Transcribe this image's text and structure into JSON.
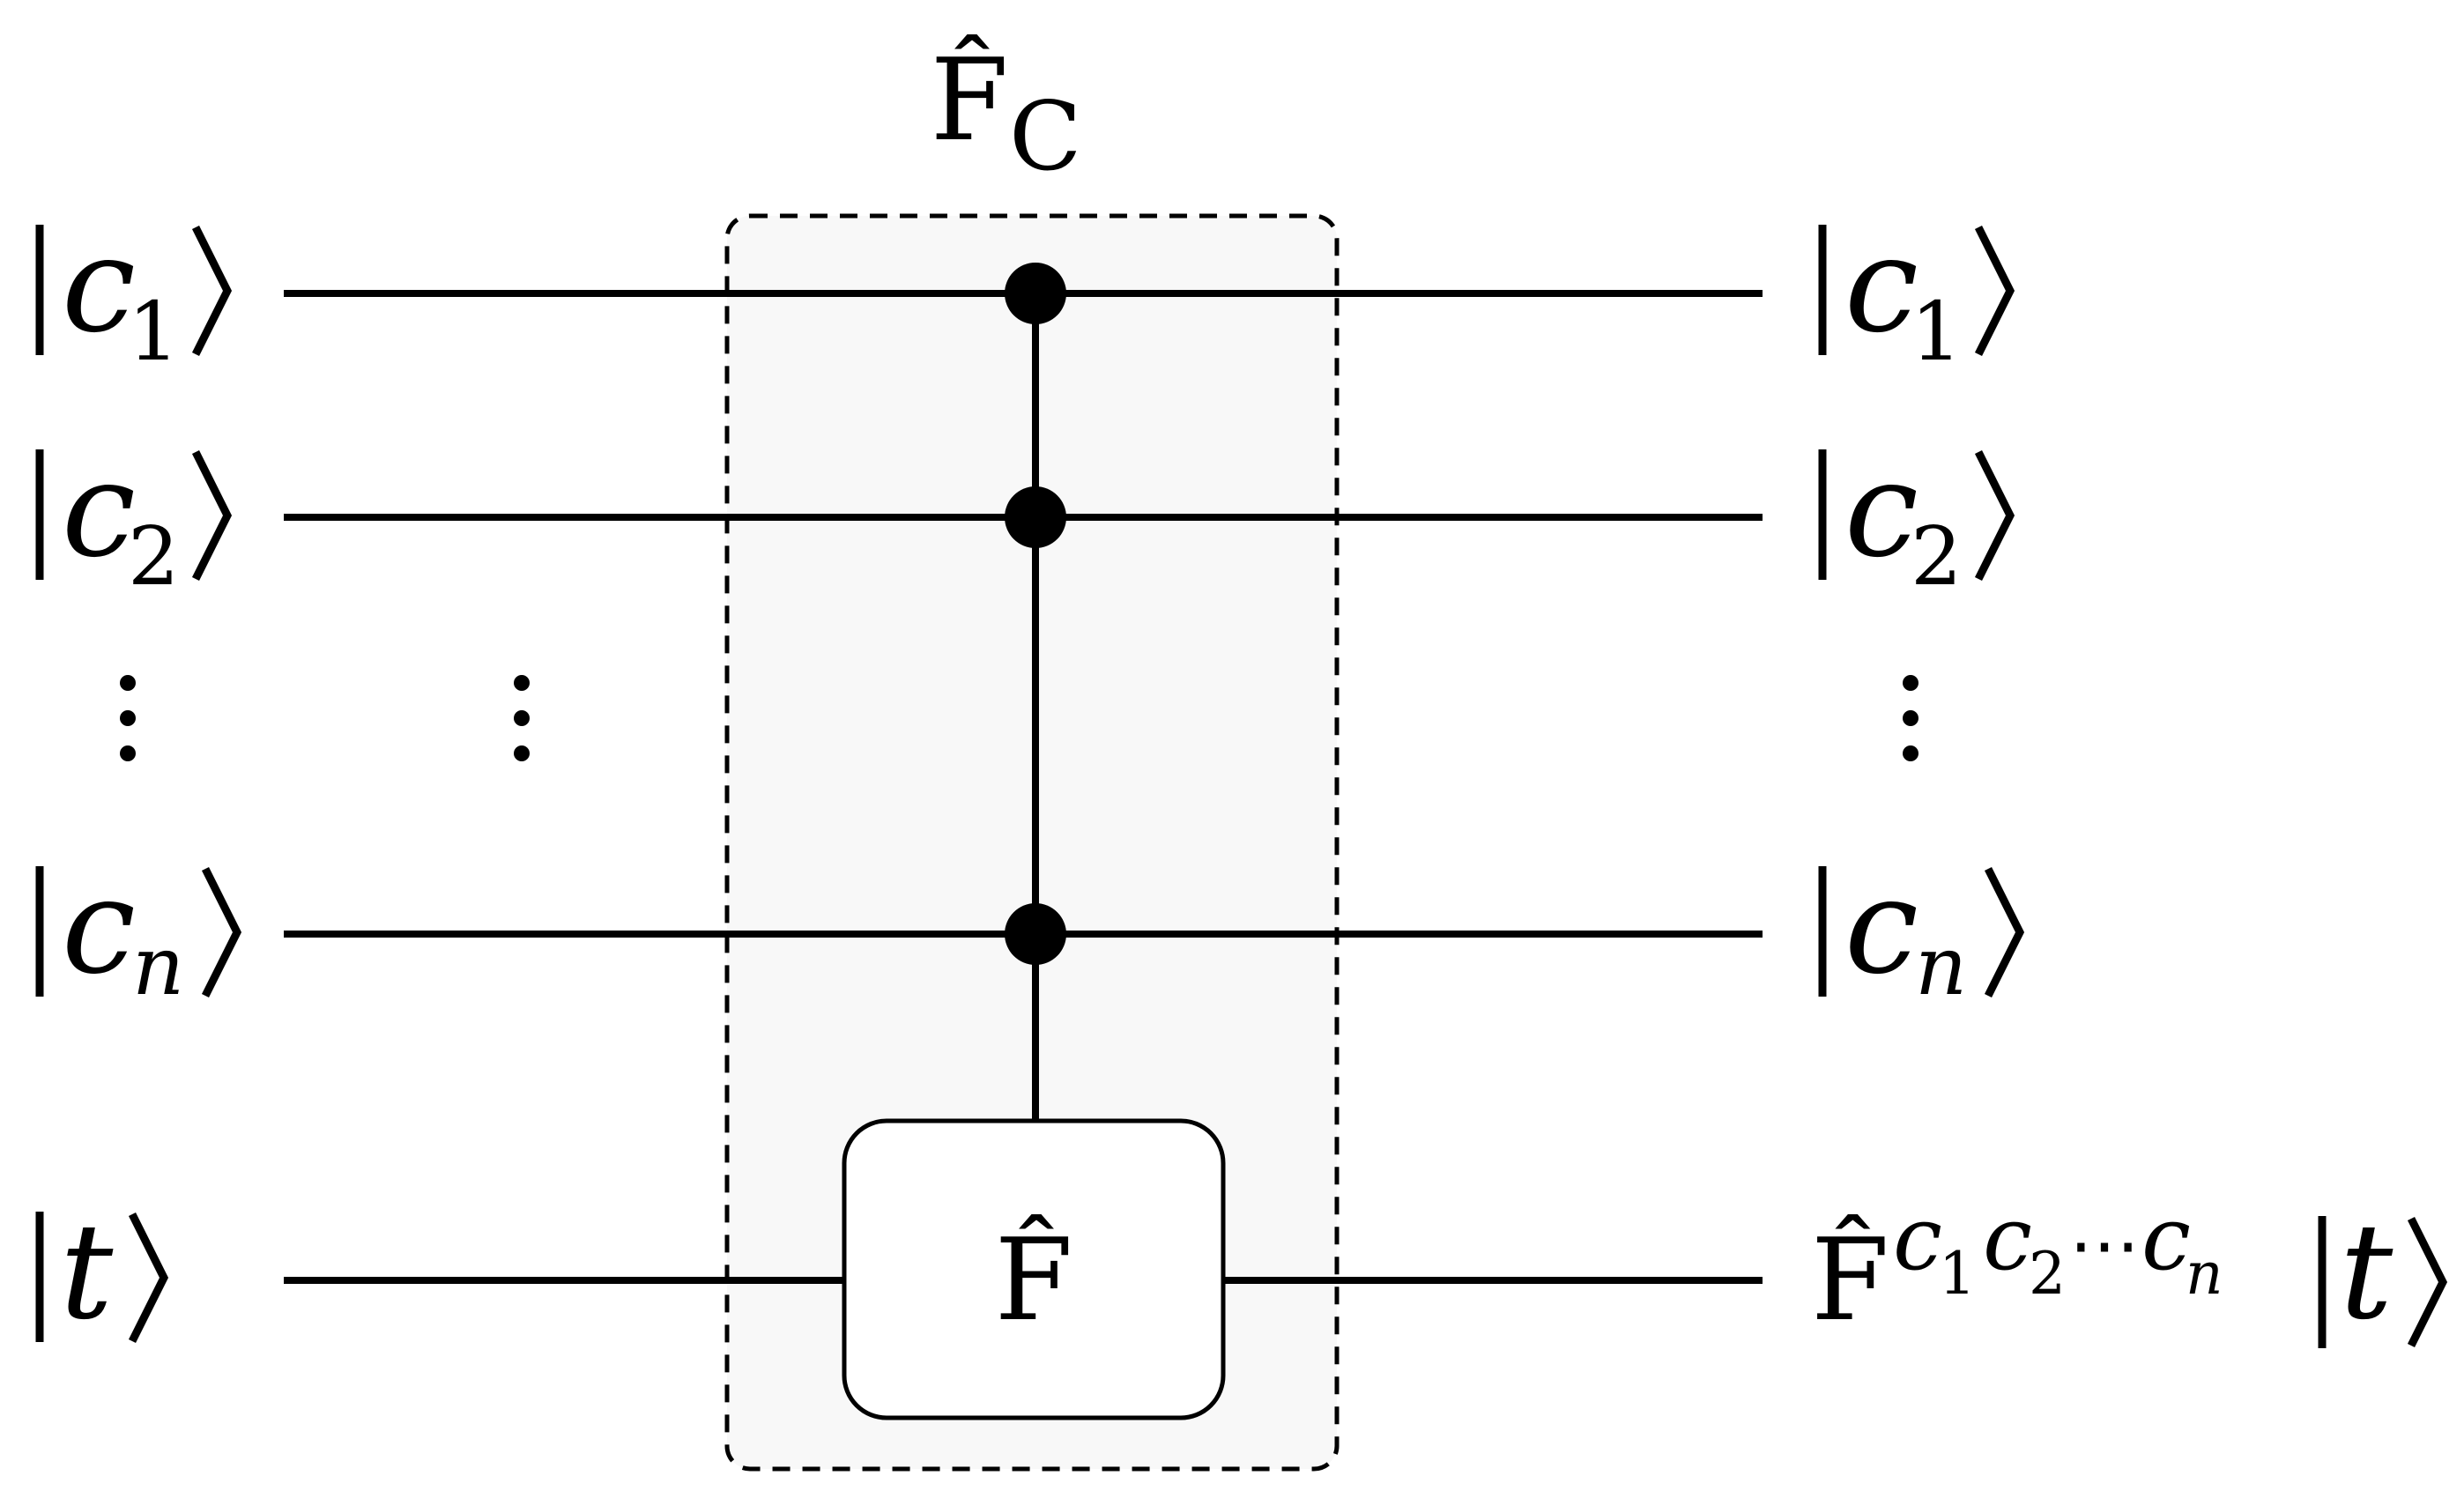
{
  "diagram": {
    "title": {
      "symbol": "F̂",
      "subscript": "C"
    },
    "inputs": [
      {
        "var": "c",
        "sub": "1"
      },
      {
        "var": "c",
        "sub": "2"
      },
      {
        "var": "c",
        "sub": "n"
      },
      {
        "var": "t",
        "sub": ""
      }
    ],
    "outputs": [
      {
        "var": "c",
        "sub": "1"
      },
      {
        "var": "c",
        "sub": "2"
      },
      {
        "var": "c",
        "sub": "n"
      }
    ],
    "gate": {
      "label": "F̂"
    },
    "target_output": {
      "op": "F̂",
      "exponent": [
        {
          "var": "c",
          "sub": "1"
        },
        {
          "var": "c",
          "sub": "2"
        },
        {
          "text": "⋯"
        },
        {
          "var": "c",
          "sub": "n"
        }
      ],
      "ket": {
        "var": "t"
      }
    }
  }
}
